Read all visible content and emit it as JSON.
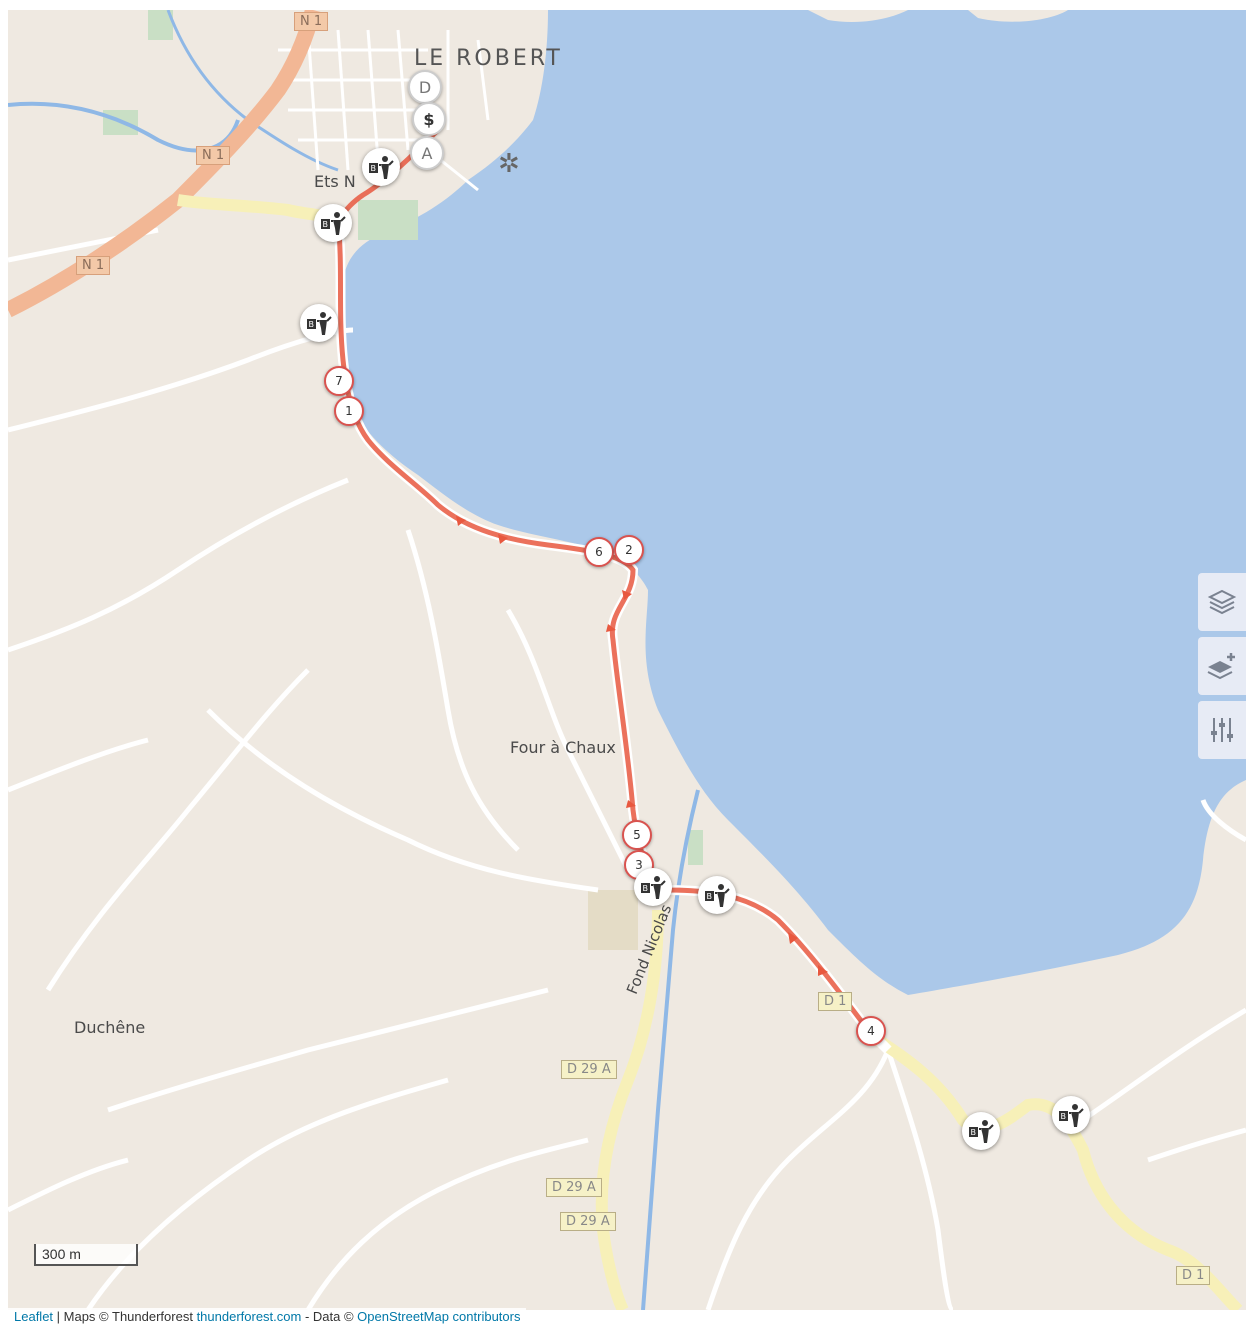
{
  "map": {
    "place_labels": {
      "town": "LE ROBERT",
      "ets": "Ets N",
      "four_a_chaux": "Four à Chaux",
      "duchene": "Duchêne",
      "fond_nicolas": "Fond Nicolas"
    },
    "road_shields": {
      "n1_top": "N 1",
      "n1_mid": "N 1",
      "n1_left": "N 1",
      "d29a_1": "D 29 A",
      "d29a_2": "D 29 A",
      "d29a_3": "D 29 A",
      "d1_bottom": "D 1",
      "d1_mid": "D 1"
    },
    "route_color": "#e8583f",
    "water_color": "#abc8e9",
    "land_color": "#efe9e1"
  },
  "markers": {
    "waypoints": [
      "1",
      "2",
      "3",
      "4",
      "5",
      "6",
      "7"
    ],
    "top": {
      "d": "D",
      "a": "A",
      "dollar": "$"
    }
  },
  "poi_icon": "bank-info-icon",
  "controls": [
    "layers-icon",
    "add-layer-icon",
    "filter-sliders-icon"
  ],
  "scale": {
    "label": "300 m"
  },
  "attribution": {
    "leaflet": "Leaflet",
    "sep1": " | Maps © Thunderforest ",
    "thunderforest": "thunderforest.com",
    "sep2": " - Data © ",
    "osm": "OpenStreetMap contributors"
  }
}
